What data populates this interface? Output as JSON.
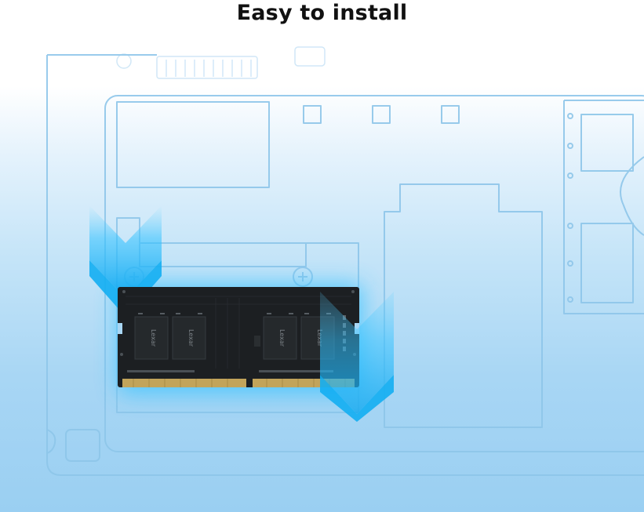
{
  "heading": "Easy to install",
  "module": {
    "chip_brand": "Lexar",
    "chip_count": 4
  },
  "colors": {
    "outline": "#8ec6ea",
    "pcb": "#1c1f22",
    "chip": "#25292c",
    "gold": "#c2a45a",
    "arrow": "#1fb6f1",
    "glow": "#36c3ff",
    "title": "#111111"
  },
  "icons": [
    "down-arrow-icon",
    "down-arrow-icon",
    "screw-icon",
    "screw-icon"
  ]
}
